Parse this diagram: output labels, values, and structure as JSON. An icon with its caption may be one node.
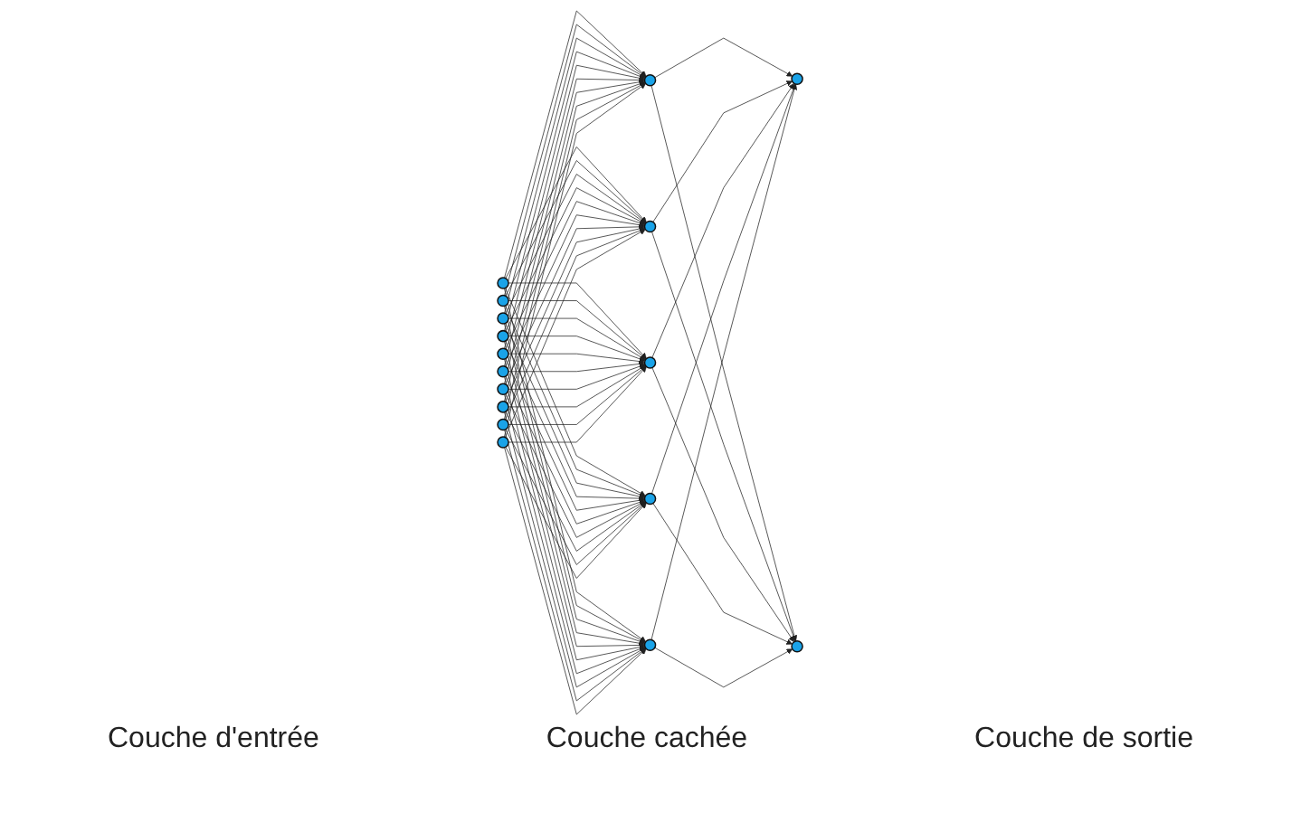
{
  "diagram": {
    "nodes": [
      {
        "text": [],
        "shape": "circle"
      },
      {
        "text": [],
        "shape": "circle"
      },
      {
        "text": [],
        "shape": "circle"
      },
      {
        "text": [],
        "shape": "circle"
      },
      {
        "text": [],
        "shape": "circle"
      },
      {
        "text": [],
        "shape": "circle"
      },
      {
        "text": [],
        "shape": "circle"
      },
      {
        "text": [],
        "shape": "circle"
      },
      {
        "text": [],
        "shape": "circle"
      },
      {
        "text": [],
        "shape": "circle"
      },
      {
        "text": [],
        "shape": "circle"
      },
      {
        "text": [],
        "shape": "circle"
      },
      {
        "text": [],
        "shape": "circle"
      },
      {
        "text": [],
        "shape": "circle"
      },
      {
        "text": [],
        "shape": "circle"
      },
      {
        "text": [],
        "shape": "circle"
      },
      {
        "text": [],
        "shape": "circle"
      }
    ],
    "edges": [
      {
        "from": 0,
        "to": 10,
        "arrow": "to"
      },
      {
        "from": 0,
        "to": 11,
        "arrow": "to"
      },
      {
        "from": 0,
        "to": 12,
        "arrow": "to"
      },
      {
        "from": 0,
        "to": 13,
        "arrow": "to"
      },
      {
        "from": 0,
        "to": 14,
        "arrow": "to"
      },
      {
        "from": 1,
        "to": 10,
        "arrow": "to"
      },
      {
        "from": 1,
        "to": 11,
        "arrow": "to"
      },
      {
        "from": 1,
        "to": 12,
        "arrow": "to"
      },
      {
        "from": 1,
        "to": 13,
        "arrow": "to"
      },
      {
        "from": 1,
        "to": 14,
        "arrow": "to"
      },
      {
        "from": 2,
        "to": 10,
        "arrow": "to"
      },
      {
        "from": 2,
        "to": 11,
        "arrow": "to"
      },
      {
        "from": 2,
        "to": 12,
        "arrow": "to"
      },
      {
        "from": 2,
        "to": 13,
        "arrow": "to"
      },
      {
        "from": 2,
        "to": 14,
        "arrow": "to"
      },
      {
        "from": 3,
        "to": 10,
        "arrow": "to"
      },
      {
        "from": 3,
        "to": 11,
        "arrow": "to"
      },
      {
        "from": 3,
        "to": 12,
        "arrow": "to"
      },
      {
        "from": 3,
        "to": 13,
        "arrow": "to"
      },
      {
        "from": 3,
        "to": 14,
        "arrow": "to"
      },
      {
        "from": 4,
        "to": 10,
        "arrow": "to"
      },
      {
        "from": 4,
        "to": 11,
        "arrow": "to"
      },
      {
        "from": 4,
        "to": 12,
        "arrow": "to"
      },
      {
        "from": 4,
        "to": 13,
        "arrow": "to"
      },
      {
        "from": 4,
        "to": 14,
        "arrow": "to"
      },
      {
        "from": 5,
        "to": 10,
        "arrow": "to"
      },
      {
        "from": 5,
        "to": 11,
        "arrow": "to"
      },
      {
        "from": 5,
        "to": 12,
        "arrow": "to"
      },
      {
        "from": 5,
        "to": 13,
        "arrow": "to"
      },
      {
        "from": 5,
        "to": 14,
        "arrow": "to"
      },
      {
        "from": 6,
        "to": 10,
        "arrow": "to"
      },
      {
        "from": 6,
        "to": 11,
        "arrow": "to"
      },
      {
        "from": 6,
        "to": 12,
        "arrow": "to"
      },
      {
        "from": 6,
        "to": 13,
        "arrow": "to"
      },
      {
        "from": 6,
        "to": 14,
        "arrow": "to"
      },
      {
        "from": 7,
        "to": 10,
        "arrow": "to"
      },
      {
        "from": 7,
        "to": 11,
        "arrow": "to"
      },
      {
        "from": 7,
        "to": 12,
        "arrow": "to"
      },
      {
        "from": 7,
        "to": 13,
        "arrow": "to"
      },
      {
        "from": 7,
        "to": 14,
        "arrow": "to"
      },
      {
        "from": 8,
        "to": 10,
        "arrow": "to"
      },
      {
        "from": 8,
        "to": 11,
        "arrow": "to"
      },
      {
        "from": 8,
        "to": 12,
        "arrow": "to"
      },
      {
        "from": 8,
        "to": 13,
        "arrow": "to"
      },
      {
        "from": 8,
        "to": 14,
        "arrow": "to"
      },
      {
        "from": 9,
        "to": 10,
        "arrow": "to"
      },
      {
        "from": 9,
        "to": 11,
        "arrow": "to"
      },
      {
        "from": 9,
        "to": 12,
        "arrow": "to"
      },
      {
        "from": 9,
        "to": 13,
        "arrow": "to"
      },
      {
        "from": 9,
        "to": 14,
        "arrow": "to"
      },
      {
        "from": 10,
        "to": 15,
        "arrow": "to"
      },
      {
        "from": 10,
        "to": 16,
        "arrow": "to"
      },
      {
        "from": 11,
        "to": 15,
        "arrow": "to"
      },
      {
        "from": 11,
        "to": 16,
        "arrow": "to"
      },
      {
        "from": 12,
        "to": 15,
        "arrow": "to"
      },
      {
        "from": 12,
        "to": 16,
        "arrow": "to"
      },
      {
        "from": 13,
        "to": 15,
        "arrow": "to"
      },
      {
        "from": 13,
        "to": 16,
        "arrow": "to"
      },
      {
        "from": 14,
        "to": 15,
        "arrow": "to"
      },
      {
        "from": 14,
        "to": 16,
        "arrow": "to"
      }
    ],
    "labels": [
      "Couche de sortie",
      "Couche cachée",
      "Couche d'entrée"
    ]
  }
}
